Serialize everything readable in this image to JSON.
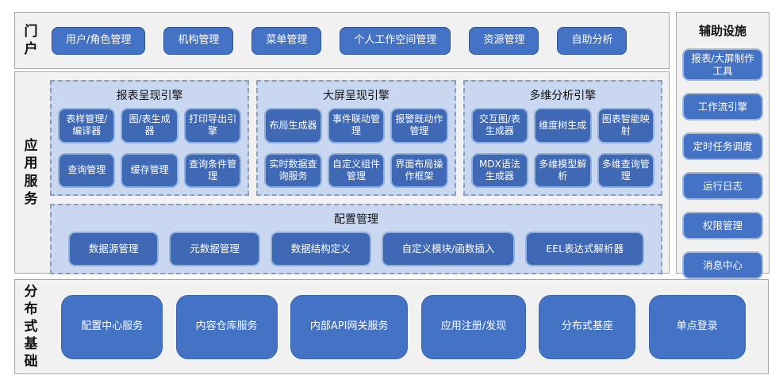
{
  "colors": {
    "accent_blue": "#4472c4",
    "engine_button_blue": "#3f68b5",
    "group_background": "#c9d7f0",
    "section_background": "#f1f1f1",
    "section_border": "#a8a8a8",
    "dashed_border": "#8b9dc0"
  },
  "portal": {
    "label": "门户",
    "buttons": [
      "用户/角色管理",
      "机构管理",
      "菜单管理",
      "个人工作空间管理",
      "资源管理",
      "自助分析"
    ]
  },
  "app_services": {
    "label": "应用服务",
    "engines": [
      {
        "title": "报表呈现引擎",
        "buttons": [
          "表样管理/编译器",
          "图/表生成器",
          "打印导出引擎",
          "查询管理",
          "缓存管理",
          "查询条件管理"
        ]
      },
      {
        "title": "大屏呈现引擎",
        "buttons": [
          "布局生成器",
          "事件联动管理",
          "报警既动作管理",
          "实时数据查询服务",
          "自定义组件管理",
          "界面布局操作框架"
        ]
      },
      {
        "title": "多维分析引擎",
        "buttons": [
          "交互图/表生成器",
          "维度树生成",
          "图表智能映射",
          "MDX语法生成器",
          "多维模型解析",
          "多维查询管理"
        ]
      }
    ],
    "config": {
      "title": "配置管理",
      "buttons": [
        "数据源管理",
        "元数据管理",
        "数据结构定义",
        "自定义模块/函数插入",
        "EEL表达式解析器"
      ]
    }
  },
  "distributed": {
    "label": "分布式基础",
    "buttons": [
      "配置中心服务",
      "内容仓库服务",
      "内部API网关服务",
      "应用注册/发现",
      "分布式基座",
      "单点登录"
    ]
  },
  "auxiliary": {
    "title": "辅助设施",
    "buttons": [
      "报表/大屏制作工具",
      "工作流引擎",
      "定时任务调度",
      "运行日志",
      "权限管理",
      "消息中心"
    ]
  }
}
